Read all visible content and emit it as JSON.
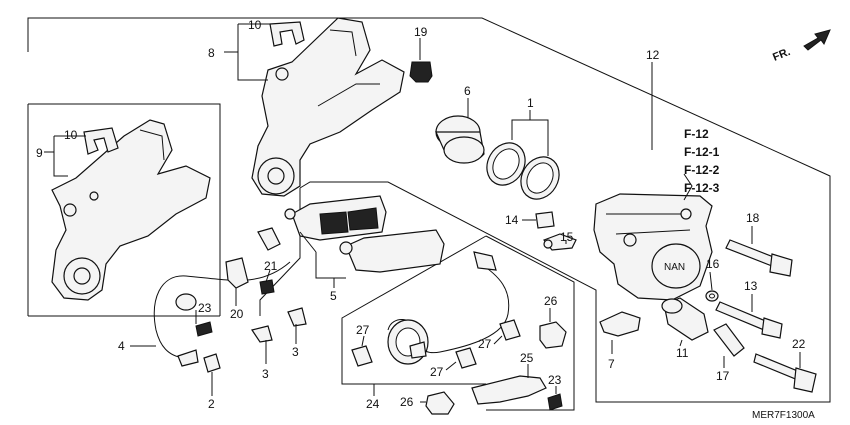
{
  "callouts": {
    "c1": "1",
    "c2": "2",
    "c3a": "3",
    "c3b": "3",
    "c4": "4",
    "c5": "5",
    "c6": "6",
    "c7": "7",
    "c8": "8",
    "c9": "9",
    "c10a": "10",
    "c10b": "10",
    "c11": "11",
    "c12": "12",
    "c13": "13",
    "c14": "14",
    "c15": "15",
    "c16": "16",
    "c17": "17",
    "c18": "18",
    "c19": "19",
    "c20": "20",
    "c21": "21",
    "c22": "22",
    "c23a": "23",
    "c23b": "23",
    "c24": "24",
    "c25": "25",
    "c26a": "26",
    "c26b": "26",
    "c27a": "27",
    "c27b": "27",
    "c27c": "27"
  },
  "references": [
    "F-12",
    "F-12-1",
    "F-12-2",
    "F-12-3"
  ],
  "direction_label": "FR.",
  "diagram_code": "MER7F1300A",
  "icons": {
    "direction": "arrow-icon"
  }
}
